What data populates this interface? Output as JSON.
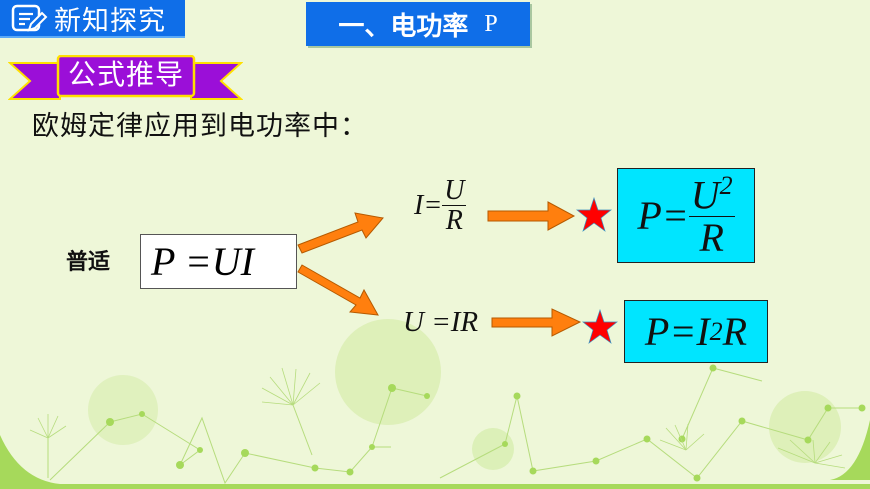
{
  "slide": {
    "section_tag": {
      "label": "新知探究",
      "icon": "notepad-pencil-icon"
    },
    "title": {
      "text": "一、电功率",
      "symbol": "P"
    },
    "ribbon": {
      "label": "公式推导"
    },
    "intro": "欧姆定律应用到电功率中：",
    "general_label": "普适",
    "main_formula": "P =UI",
    "branch_top": {
      "lhs": "I=",
      "num": "U",
      "den": "R"
    },
    "branch_bottom": {
      "formula": "U =IR"
    },
    "result_top": {
      "lhs": "P=",
      "num": "U",
      "num_exp": "2",
      "den": "R"
    },
    "result_bottom": {
      "lhs": "P=I",
      "exp": "2",
      "rhs": "R"
    },
    "colors": {
      "header_blue": "#0f6ee8",
      "ribbon_purple": "#9b0fd8",
      "ribbon_border": "#ffe000",
      "arrow_orange": "#ff7f0e",
      "star_red": "#ff0000",
      "result_cyan": "#00e5ff",
      "background": "#eef7d8",
      "deco_green": "#a6d95b"
    }
  }
}
